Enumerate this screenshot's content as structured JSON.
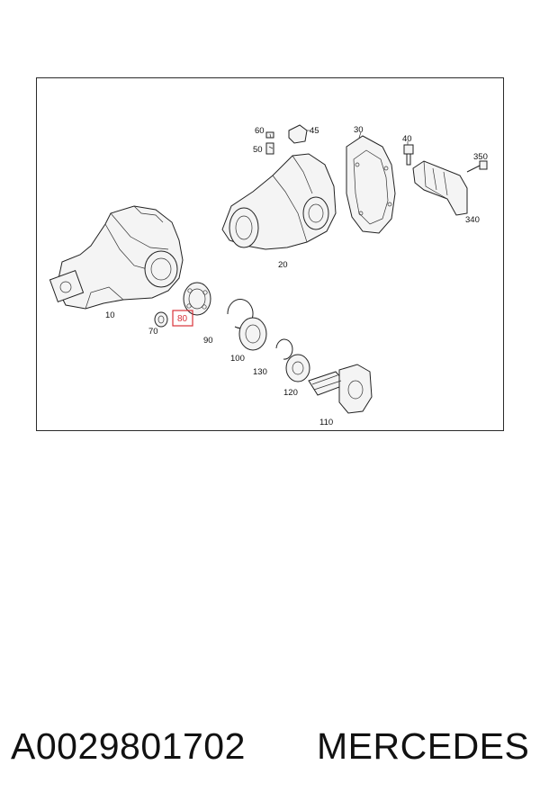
{
  "diagram": {
    "labels": {
      "l10": "10",
      "l20": "20",
      "l30": "30",
      "l40": "40",
      "l45": "45",
      "l50": "50",
      "l60": "60",
      "l70": "70",
      "l80": "80",
      "l90": "90",
      "l100": "100",
      "l110": "110",
      "l120": "120",
      "l130": "130",
      "l340": "340",
      "l350": "350"
    },
    "highlight_color": "#d8323a"
  },
  "footer": {
    "part_number": "A0029801702",
    "brand": "MERCEDES"
  }
}
